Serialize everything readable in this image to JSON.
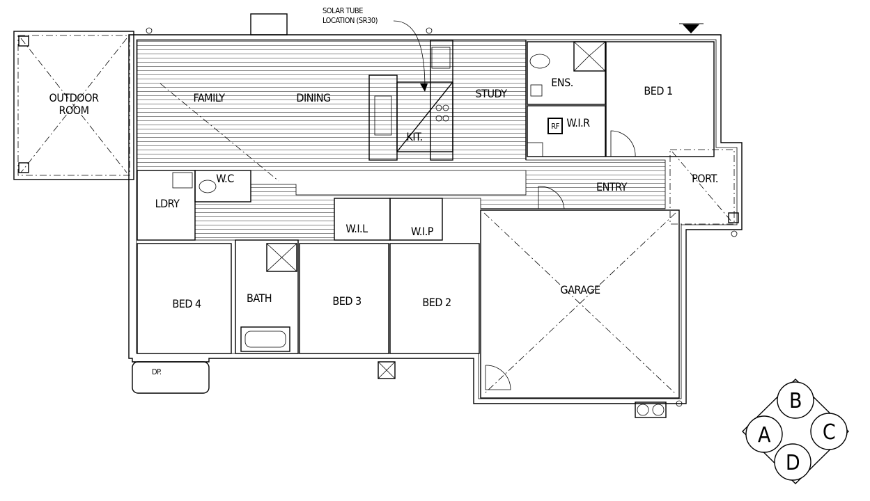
{
  "annotation": {
    "line1": "SOLAR TUBE",
    "line2": "LOCATION (SR30)"
  },
  "rooms": {
    "outdoor_line1": "OUTDOOR",
    "outdoor_line2": "ROOM",
    "family": "FAMILY",
    "dining": "DINING",
    "kitchen": "KIT.",
    "study": "STUDY",
    "ensuite": "ENS.",
    "bed1": "BED 1",
    "wir": "W.I.R",
    "rf": "RF",
    "entry": "ENTRY",
    "porch": "PORT.",
    "wc": "W.C",
    "laundry": "LDRY",
    "wil": "W.I.L",
    "wip": "W.I.P",
    "bath": "BATH",
    "bed4": "BED 4",
    "bed3": "BED 3",
    "bed2": "BED 2",
    "garage": "GARAGE",
    "downpipe": "DP."
  },
  "compass": {
    "top": "B",
    "left": "A",
    "right": "C",
    "bottom": "D"
  }
}
